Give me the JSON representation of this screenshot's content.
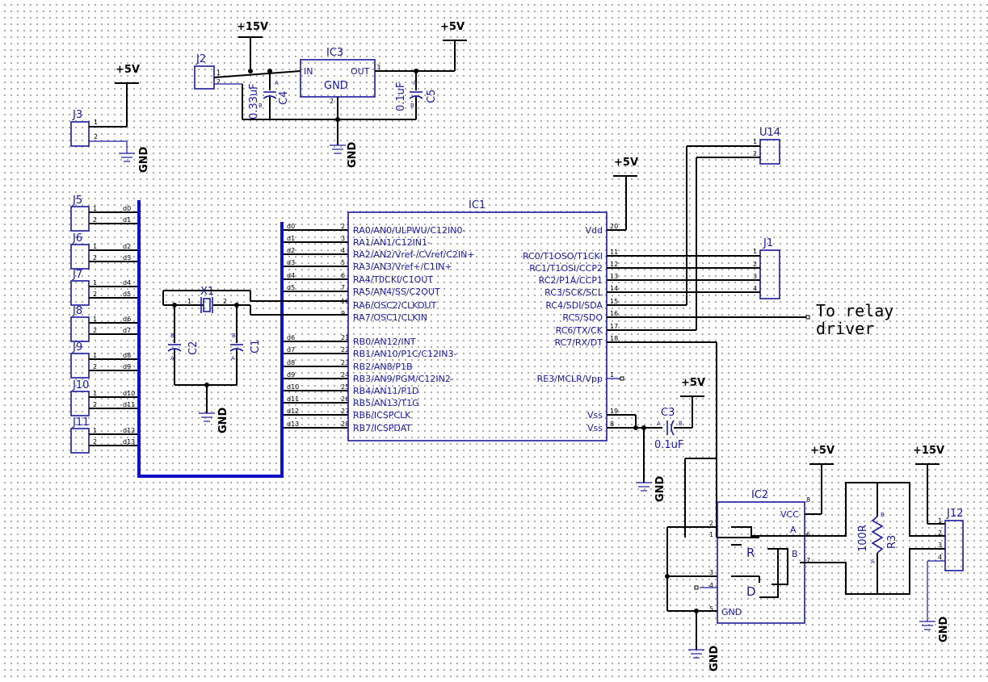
{
  "power": {
    "p5v_j3": "+5V",
    "p15v_in": "+15V",
    "p5v_reg": "+5V",
    "p5v_ic1": "+5V",
    "p5v_c3": "+5V",
    "p5v_ic2": "+5V",
    "p15v_j12": "+15V",
    "gnd": "GND"
  },
  "refs": {
    "j2": "J2",
    "j3": "J3",
    "ic3": "IC3",
    "c4": "C4",
    "c5": "C5",
    "c4_val": "0.33uF",
    "c5_val": "0.1uF",
    "ic3_in": "IN",
    "ic3_out": "OUT",
    "ic3_gnd": "GND",
    "u14": "U14",
    "j1": "J1",
    "ic1": "IC1",
    "x1": "X1",
    "c1": "C1",
    "c2": "C2",
    "c3": "C3",
    "c3_val": "0.1uF",
    "ic2": "IC2",
    "ic2_vcc": "VCC",
    "ic2_gnd": "GND",
    "r3": "R3",
    "r3_val": "100R",
    "j12": "J12"
  },
  "connectors": [
    "J5",
    "J6",
    "J7",
    "J8",
    "J9",
    "J10",
    "J11"
  ],
  "data_nets": [
    "d0",
    "d1",
    "d2",
    "d3",
    "d4",
    "d5",
    "d6",
    "d7",
    "d8",
    "d9",
    "d10",
    "d11",
    "d12",
    "d13"
  ],
  "ic1": {
    "left_pins": [
      {
        "name": "RA0/AN0/ULPWU/C12IN0-",
        "num": "2",
        "net": "d0"
      },
      {
        "name": "RA1/AN1/C12IN1-",
        "num": "3",
        "net": "d1"
      },
      {
        "name": "RA2/AN2/Vref-/CVref/C2IN+",
        "num": "4",
        "net": "d2"
      },
      {
        "name": "RA3/AN3/Vref+/C1IN+",
        "num": "5",
        "net": "d3"
      },
      {
        "name": "RA4/T0CKI/C1OUT",
        "num": "6",
        "net": "d4"
      },
      {
        "name": "RA5/AN4/SS/C2OUT",
        "num": "7",
        "net": "d5"
      },
      {
        "name": "RA6/OSC2/CLKOUT",
        "num": "10",
        "net": ""
      },
      {
        "name": "RA7/OSC1/CLKIN",
        "num": "9",
        "net": ""
      },
      {
        "name": "RB0/AN12/INT",
        "num": "21",
        "net": "d6"
      },
      {
        "name": "RB1/AN10/P1C/C12IN3-",
        "num": "22",
        "net": "d7"
      },
      {
        "name": "RB2/AN8/P1B",
        "num": "23",
        "net": "d8"
      },
      {
        "name": "RB3/AN9/PGM/C12IN2-",
        "num": "24",
        "net": "d9"
      },
      {
        "name": "RB4/AN11/P1D",
        "num": "25",
        "net": "d10"
      },
      {
        "name": "RB5/AN13/T1G",
        "num": "26",
        "net": "d11"
      },
      {
        "name": "RB6/ICSPCLK",
        "num": "27",
        "net": "d12"
      },
      {
        "name": "RB7/ICSPDAT",
        "num": "28",
        "net": "d13"
      }
    ],
    "right_pins": [
      {
        "name": "Vdd",
        "num": "20"
      },
      {
        "name": "RC0/T1OSO/T1CKI",
        "num": "11"
      },
      {
        "name": "RC1/T1OSI/CCP2",
        "num": "12"
      },
      {
        "name": "RC2/P1A/CCP1",
        "num": "13"
      },
      {
        "name": "RC3/SCK/SCL",
        "num": "14"
      },
      {
        "name": "RC4/SDI/SDA",
        "num": "15"
      },
      {
        "name": "RC5/SDO",
        "num": "16"
      },
      {
        "name": "RC6/TX/CK",
        "num": "17"
      },
      {
        "name": "RC7/RX/DT",
        "num": "18"
      },
      {
        "name": "RE3/MCLR/Vpp",
        "num": "1"
      },
      {
        "name": "Vss",
        "num": "19"
      },
      {
        "name": "Vss",
        "num": "8"
      }
    ]
  },
  "ic2_logic": {
    "R": "R",
    "D": "D",
    "A": "A",
    "B": "B"
  },
  "note": {
    "line1": "To relay",
    "line2": "driver"
  },
  "colors": {
    "wire": "#000000",
    "part": "#1a1aa0",
    "bus": "#1010c8",
    "grid": "#8f8f8f"
  }
}
